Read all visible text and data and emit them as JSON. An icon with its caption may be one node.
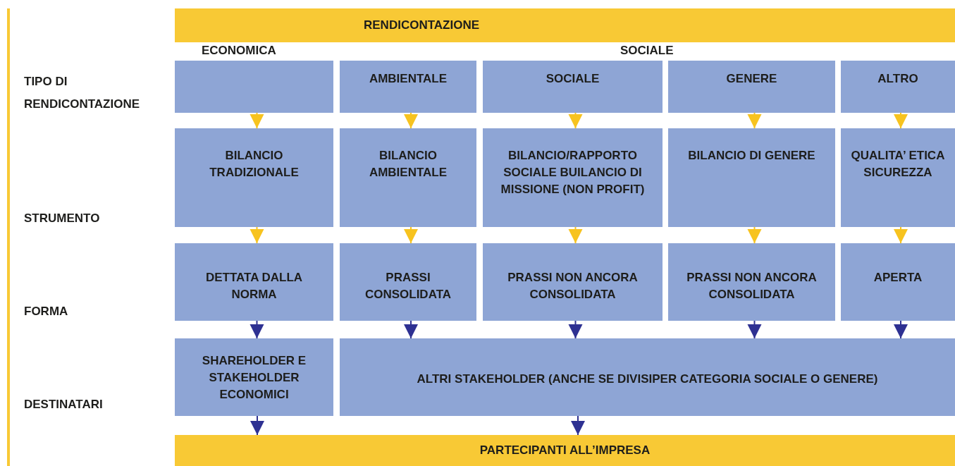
{
  "diagram": {
    "nodes": [
      {
        "text": [
          "RENDICONTAZIONE"
        ]
      },
      {
        "text": [],
        "shape": "box"
      },
      {
        "text": [
          "AMBIENTALE"
        ]
      },
      {
        "text": [
          "SOCIALE"
        ]
      },
      {
        "text": [
          "GENERE"
        ]
      },
      {
        "text": [
          "ALTRO"
        ]
      },
      {
        "text": [
          "BILANCIO TRADIZIONALE"
        ]
      },
      {
        "text": [
          "BILANCIO AMBIENTALE"
        ]
      },
      {
        "text": [
          "BILANCIO/RAPPORTO SOCIALE BUILANCIO DI MISSIONE (NON PROFIT)"
        ]
      },
      {
        "text": [
          "BILANCIO DI GENERE"
        ]
      },
      {
        "text": [
          "QUALITA’ ETICA SICUREZZA"
        ]
      },
      {
        "text": [
          "DETTATA DALLA NORMA"
        ]
      },
      {
        "text": [
          "PRASSI CONSOLIDATA"
        ]
      },
      {
        "text": [
          "PRASSI NON ANCORA CONSOLIDATA"
        ]
      },
      {
        "text": [
          "PRASSI NON ANCORA CONSOLIDATA"
        ]
      },
      {
        "text": [
          "APERTA"
        ]
      },
      {
        "text": [
          "SHAREHOLDER E STAKEHOLDER ECONOMICI"
        ]
      },
      {
        "text": [
          "ALTRI STAKEHOLDER (ANCHE SE DIVISIPER CATEGORIA SOCIALE O GENERE)"
        ]
      },
      {
        "text": [
          "PARTECIPANTI ALL’IMPRESA"
        ]
      }
    ],
    "edges": [
      {
        "from": 1,
        "to": 6,
        "arrow": "to"
      },
      {
        "from": 2,
        "to": 7,
        "arrow": "to"
      },
      {
        "from": 3,
        "to": 8,
        "arrow": "to"
      },
      {
        "from": 4,
        "to": 9,
        "arrow": "to"
      },
      {
        "from": 5,
        "to": 10,
        "arrow": "to"
      },
      {
        "from": 6,
        "to": 11,
        "arrow": "to"
      },
      {
        "from": 7,
        "to": 12,
        "arrow": "to"
      },
      {
        "from": 8,
        "to": 13,
        "arrow": "to"
      },
      {
        "from": 9,
        "to": 14,
        "arrow": "to"
      },
      {
        "from": 10,
        "to": 15,
        "arrow": "to"
      },
      {
        "from": 11,
        "to": 16,
        "arrow": "to",
        "color": "#2e3192"
      },
      {
        "from": 12,
        "to": 17,
        "arrow": "to",
        "color": "#2e3192"
      },
      {
        "from": 13,
        "to": 17,
        "arrow": "to",
        "color": "#2e3192"
      },
      {
        "from": 14,
        "to": 17,
        "arrow": "to",
        "color": "#2e3192"
      },
      {
        "from": 15,
        "to": 17,
        "arrow": "to",
        "color": "#2e3192"
      },
      {
        "from": 16,
        "to": 18,
        "arrow": "to",
        "color": "#2e3192"
      },
      {
        "from": 17,
        "to": 18,
        "arrow": "to",
        "color": "#2e3192"
      }
    ],
    "labels": [
      "ECONOMICA",
      "SOCIALE",
      "TIPO DI RENDICONTAZIONE",
      "STRUMENTO",
      "FORMA",
      "DESTINATARI"
    ]
  }
}
